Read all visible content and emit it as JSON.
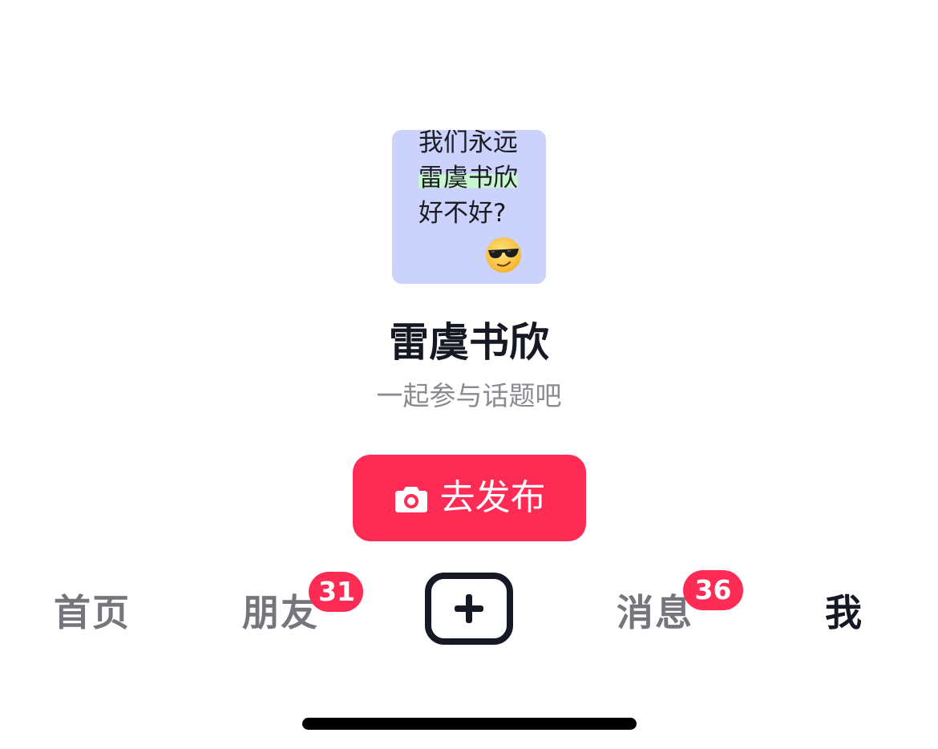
{
  "cover": {
    "lines": [
      "我们永远",
      "雷虞书欣",
      "好不好?"
    ],
    "emoji": "sunglasses-smiley-icon"
  },
  "topic": {
    "title": "雷虞书欣",
    "subtitle": "一起参与话题吧"
  },
  "publish": {
    "label": "去发布",
    "icon": "camera-icon"
  },
  "tabbar": {
    "home": "首页",
    "friends": "朋友",
    "friends_badge": "31",
    "create_icon": "plus-square-icon",
    "inbox": "消息",
    "inbox_badge": "36",
    "me": "我"
  },
  "colors": {
    "accent": "#fe2c55",
    "cover_bg": "#cbd2fb",
    "text_primary": "#161823",
    "text_secondary": "#8a8b91"
  }
}
